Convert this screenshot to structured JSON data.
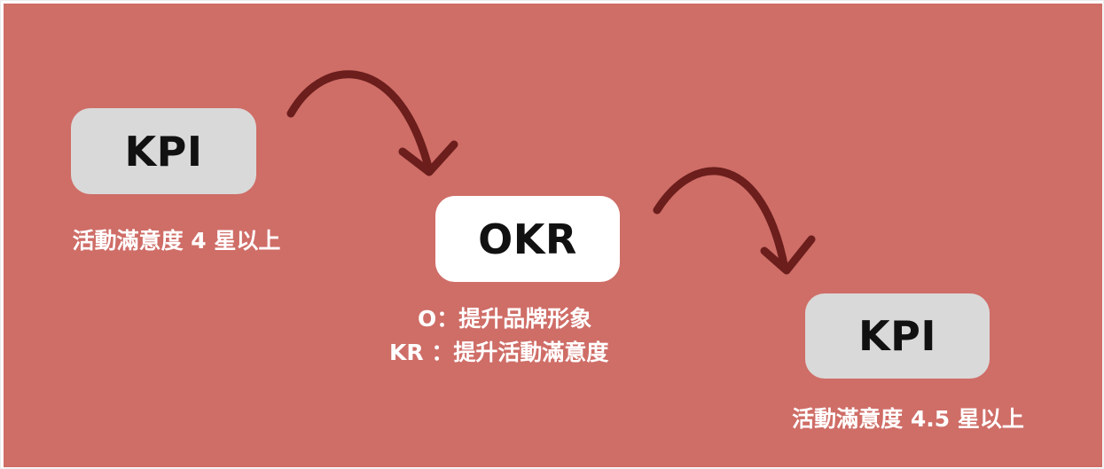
{
  "colors": {
    "background": "#CF6D67",
    "kpi_box": "#D9D9D9",
    "okr_box": "#FFFFFF",
    "box_text": "#111111",
    "caption_text": "#FFFFFF",
    "arrow": "#6B1E1C"
  },
  "nodes": {
    "kpi_start": {
      "label": "KPI",
      "caption": "活動滿意度 4 星以上"
    },
    "okr": {
      "label": "OKR",
      "objective": "O：提升品牌形象",
      "key_result": "KR ：提升活動滿意度"
    },
    "kpi_end": {
      "label": "KPI",
      "caption": "活動滿意度 4.5 星以上"
    }
  },
  "arrows": [
    {
      "from": "kpi_start",
      "to": "okr",
      "icon": "curved-arrow-icon"
    },
    {
      "from": "okr",
      "to": "kpi_end",
      "icon": "curved-arrow-icon"
    }
  ]
}
